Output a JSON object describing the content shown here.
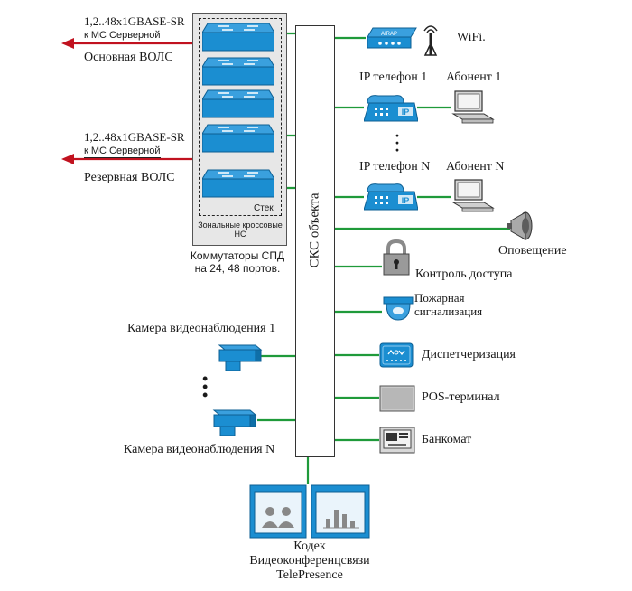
{
  "diagram": {
    "backbone_label": "СКС объекта",
    "rack": {
      "stack_label": "Стек",
      "cross_label_line1": "Зональные кроссовые",
      "cross_label_line2": "НС",
      "caption_line1": "Коммутаторы СПД",
      "caption_line2": "на 24, 48 портов."
    },
    "uplinks": [
      {
        "line1": "1,2..48x1GBASE-SR",
        "line2": "к МС Серверной",
        "name": "Основная ВОЛС"
      },
      {
        "line1": "1,2..48x1GBASE-SR",
        "line2": "к МС Серверной",
        "name": "Резервная ВОЛС"
      }
    ],
    "devices": {
      "wifi": "WiFi.",
      "ip_phone_1": "IP телефон 1",
      "subscriber_1": "Абонент 1",
      "ip_phone_n": "IP телефон N",
      "subscriber_n": "Абонент N",
      "announcement": "Оповещение",
      "access_control": "Контроль доступа",
      "fire_alarm_line1": "Пожарная",
      "fire_alarm_line2": "сигнализация",
      "dispatch": "Диспетчеризация",
      "pos": "POS-терминал",
      "atm": "Банкомат",
      "camera_1": "Камера видеонаблюдения 1",
      "camera_n": "Камера видеонаблюдения N",
      "codec_line1": "Кодек",
      "codec_line2": "Видеоконференцсвязи",
      "codec_line3": "TelePresence"
    },
    "wifi_ap_text": "AIRAP",
    "ellipsis": ":",
    "colors": {
      "wire": "#1f9a3a",
      "uplink": "#c1121f",
      "device_blue": "#1b8ed1"
    }
  }
}
